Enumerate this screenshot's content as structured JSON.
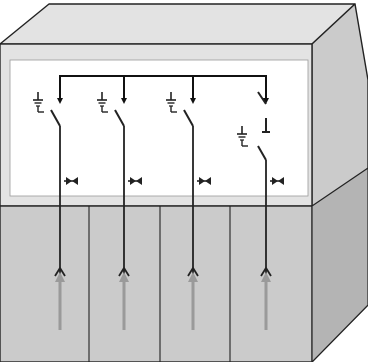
{
  "diagram": {
    "kind": "switchgear single-line schematic",
    "cabinet": {
      "panels": 4,
      "colors": {
        "top_face": "#e3e3e3",
        "right_face": "#cbcbcb",
        "front_upper_panel": "#ffffff",
        "front_upper_frame": "#e3e3e3",
        "lower_panel": "#cbcbcb",
        "lower_right_face": "#b4b4b4",
        "outline": "#222222"
      }
    },
    "busbar": {
      "color": "#111111"
    },
    "feeders": [
      {
        "switch": "earthing-switch-disconnector",
        "earth_symbol": "earth-icon",
        "interlock": "interlock-icon",
        "cable": "cable-entry-arrow-icon"
      },
      {
        "switch": "earthing-switch-disconnector",
        "earth_symbol": "earth-icon",
        "interlock": "interlock-icon",
        "cable": "cable-entry-arrow-icon"
      },
      {
        "switch": "earthing-switch-disconnector",
        "earth_symbol": "earth-icon",
        "interlock": "interlock-icon",
        "cable": "cable-entry-arrow-icon"
      },
      {
        "switch": "disconnector-with-earthing-switch",
        "earth_symbol": "earth-icon",
        "interlock": "interlock-icon",
        "cable": "cable-entry-arrow-icon"
      }
    ],
    "arrow_color": "#9a9a9a"
  }
}
